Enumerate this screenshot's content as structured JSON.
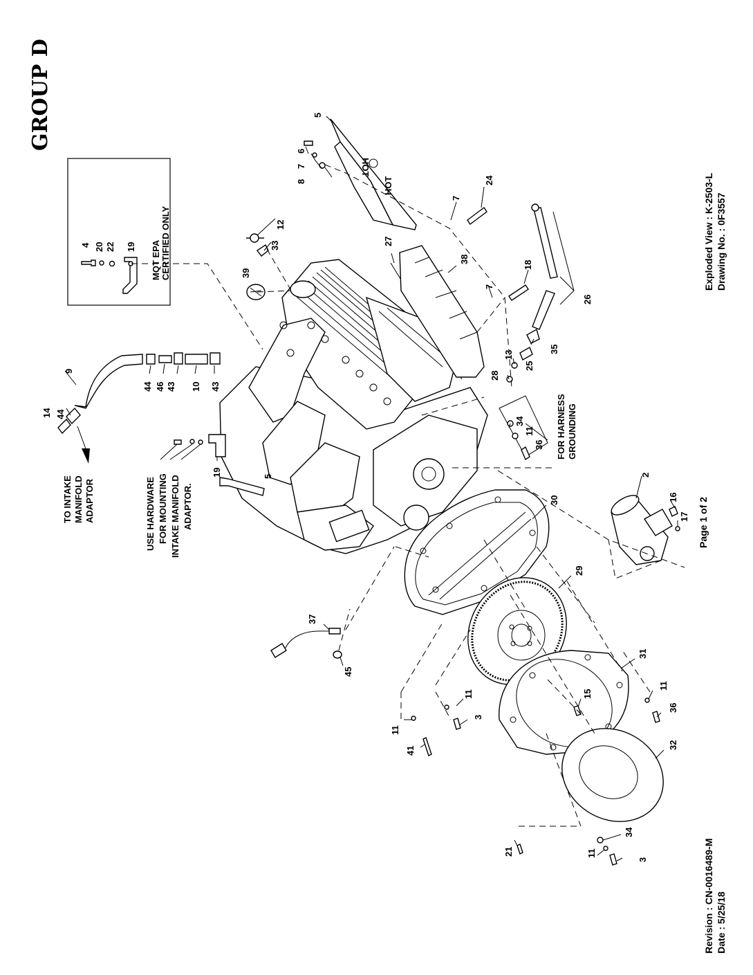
{
  "group_title": "GROUP D",
  "epa_box": {
    "line1": "MQT EPA",
    "line2": "CERTIFIED ONLY"
  },
  "notes": {
    "intake_line1": "TO INTAKE",
    "intake_line2": "MANIFOLD",
    "intake_line3": "ADAPTOR",
    "hardware_line1": "USE HARDWARE",
    "hardware_line2": "FOR MOUNTING",
    "hardware_line3": "INTAKE MANIFOLD",
    "hardware_line4": "ADAPTOR.",
    "harness_line1": "FOR HARNESS",
    "harness_line2": "GROUNDING"
  },
  "hot_label": "HOT",
  "page": "Page 1 of 2",
  "exploded_view": "Exploded View : K-2503-L",
  "drawing_no": "Drawing No. : 0F3557",
  "revision": "Revision : CN-0016489-M",
  "date": "Date : 5/25/18",
  "callouts": {
    "c4": "4",
    "c20": "20",
    "c22": "22",
    "c19a": "19",
    "c5": "5",
    "c6": "6",
    "c7a": "7",
    "c8": "8",
    "c12": "12",
    "c33": "33",
    "c27": "27",
    "c7b": "7",
    "c24": "24",
    "c39": "39",
    "c38": "38",
    "c18": "18",
    "c7c": "7",
    "c26": "26",
    "c13": "13",
    "c28": "28",
    "c25": "25",
    "c35": "35",
    "c9": "9",
    "c14": "14",
    "c44a": "44",
    "c44b": "44",
    "c46": "46",
    "c43a": "43",
    "c10": "10",
    "c43b": "43",
    "c19b": "19",
    "c5b": "5",
    "c34a": "34",
    "c11a": "11",
    "c36a": "36",
    "c2": "2",
    "c16": "16",
    "c17": "17",
    "c30": "30",
    "c29": "29",
    "c37": "37",
    "c45": "45",
    "c31": "31",
    "c15": "15",
    "c11b": "11",
    "c36b": "36",
    "c11c": "11",
    "c3a": "3",
    "c11d": "11",
    "c41": "41",
    "c32": "32",
    "c21": "21",
    "c34b": "34",
    "c11e": "11",
    "c3b": "3"
  }
}
